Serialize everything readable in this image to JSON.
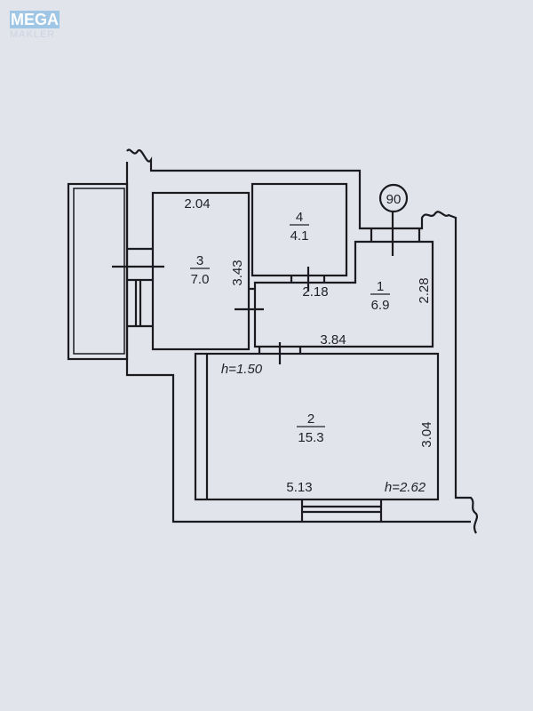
{
  "logo": {
    "main": "MEGA",
    "sub": "MAKLER"
  },
  "plan": {
    "axis_marker": "90",
    "rooms": [
      {
        "number": "1",
        "area": "6.9"
      },
      {
        "number": "2",
        "area": "15.3"
      },
      {
        "number": "3",
        "area": "7.0"
      },
      {
        "number": "4",
        "area": "4.1"
      }
    ],
    "dimensions": {
      "room3_width": "2.04",
      "room3_length": "3.43",
      "room1_top": "2.18",
      "room1_side": "2.28",
      "room1_bottom": "3.84",
      "room2_side": "3.04",
      "room2_bottom": "5.13"
    },
    "heights": {
      "sill": "h=1.50",
      "ceiling": "h=2.62"
    }
  }
}
